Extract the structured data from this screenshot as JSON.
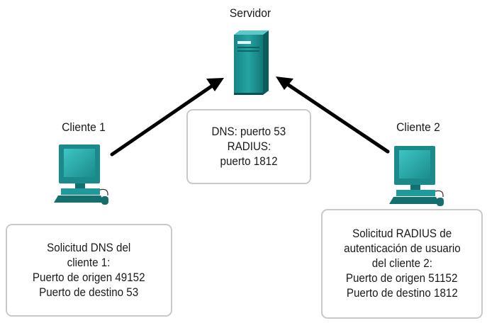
{
  "server": {
    "title": "Servidor",
    "ports": [
      "DNS: puerto 53",
      "RADIUS:",
      "puerto 1812"
    ]
  },
  "client1": {
    "title": "Cliente 1",
    "request": [
      "Solicitud DNS del",
      "cliente 1:",
      "Puerto de origen 49152",
      "Puerto de destino 53"
    ]
  },
  "client2": {
    "title": "Cliente 2",
    "request": [
      "Solicitud RADIUS de",
      "autenticación de usuario",
      "del cliente 2:",
      "Puerto de origen 51152",
      "Puerto de destino 1812"
    ]
  },
  "colors": {
    "device_teal": "#1f9a9a",
    "device_dark": "#0e6363",
    "arrow": "#000000",
    "box_border": "#c9c9c9"
  }
}
